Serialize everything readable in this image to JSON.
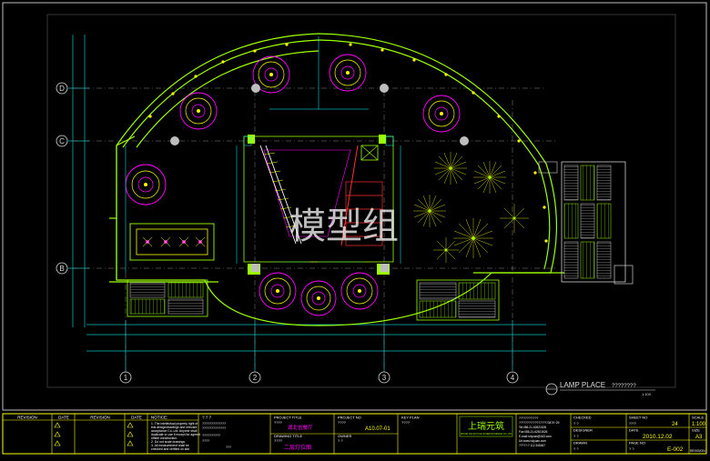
{
  "drawing": {
    "grid_rows": [
      "D",
      "C",
      "B"
    ],
    "grid_cols": [
      "1",
      "2",
      "3",
      "4"
    ],
    "watermark": "模型组",
    "lamp_place_label": "LAMP PLACE",
    "lamp_place_value": "????????",
    "lamp_place_scale": "1:100"
  },
  "title_block": {
    "revision_headers": [
      "REVISION",
      "DATE",
      "REVISION",
      "DATE"
    ],
    "notice_label": "NOTICE:",
    "notice_lines": [
      "1. The intellectual property right of",
      "this design/drawings and relevant",
      "acceptance Co.,Ltd. Anyone shall",
      "duplicate or use it except for agreed",
      "offsite construction.",
      "2. Do not scale drawings.",
      "3. All measurement shall be",
      "checked and verified on site."
    ],
    "remark_label": "? ? ?",
    "remark_lines": [
      "?????????????",
      "?????????????",
      "??????????",
      "????",
      "???"
    ],
    "project_title_label": "PROJECT TITLE",
    "project_title_value": "????",
    "project_name_cn": "湖北省餐厅",
    "drawing_title_label": "DRAWING TITLE",
    "drawing_title_value": "????",
    "drawing_title_cn": "二层灯位图",
    "project_no_label": "PROJECT NO",
    "project_no_value": "????",
    "project_code": "A10.07-01",
    "owner_label": "OWNER",
    "owner_value": "? ?",
    "key_plan_label": "KEY PLAN",
    "key_plan_value": "????",
    "company_logo_text": "上瑞元筑",
    "company_sub_text": "SHANG HAI RUIYUAN INTERIOR DESIGN CO.,LTD",
    "company_info_lines": [
      "????????????",
      "??????????????????3470~29",
      "Tel:086-21-62621626",
      "Fax:086-21-62621626",
      "E-mail:ruiyuan@163.com",
      "Url:www.ruiyuan.com",
      "?????:? 112.345467"
    ],
    "checked_label": "CHECKED",
    "checked_value": "? ?",
    "designer_label": "DESIGNER",
    "designer_value": "? ?",
    "drawn_label": "DRAWN",
    "drawn_value": "? ?",
    "sheet_no_label": "SHEET NO",
    "sheet_no_value": "????",
    "sheet_no_number": "24",
    "scale_label": "SCALE",
    "scale_value": "1:100",
    "date_label": "DATE",
    "date_value": "2010.12.02",
    "size_label": "SIZE",
    "size_value": "A3",
    "page_no_label": "PAGE NO",
    "page_no_value": "? ?",
    "page_no_code": "E-002",
    "revision_label": "REVISION"
  },
  "colors": {
    "background": "#000000",
    "wall": "#9CFF00",
    "dimension": "#00FFFF",
    "furniture": "#FF00FF",
    "accent": "#FFFF00",
    "red": "#FF3030",
    "white": "#FFFFFF"
  }
}
